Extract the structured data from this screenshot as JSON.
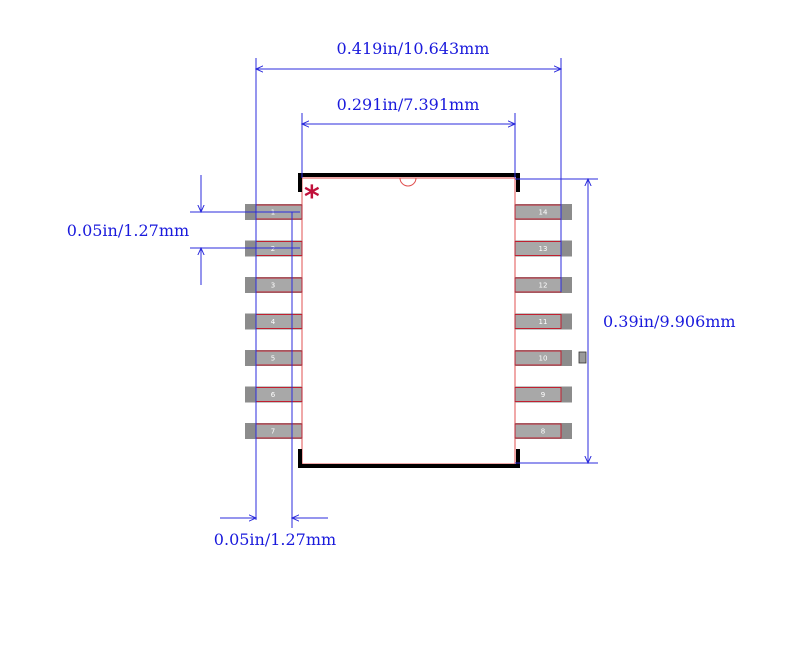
{
  "package": {
    "pin_count": 14,
    "pins_left": [
      "1",
      "2",
      "3",
      "4",
      "5",
      "6",
      "7"
    ],
    "pins_right": [
      "14",
      "13",
      "12",
      "11",
      "10",
      "9",
      "8"
    ],
    "pin1_marker": "*"
  },
  "dimensions": {
    "overall_width": "0.419in/10.643mm",
    "body_width": "0.291in/7.391mm",
    "pitch": "0.05in/1.27mm",
    "body_length": "0.39in/9.906mm",
    "pad_width": "0.05in/1.27mm"
  },
  "colors": {
    "dimension": "#2b2bdc",
    "dimension_text": "#1a1adc",
    "body_outline": "#e05050",
    "pad_fill": "#8c8c8c",
    "pad_land": "#a8a8a8",
    "pad_outline": "#c02030",
    "silkscreen": "#000000",
    "pin1_marker": "#c0103a"
  }
}
